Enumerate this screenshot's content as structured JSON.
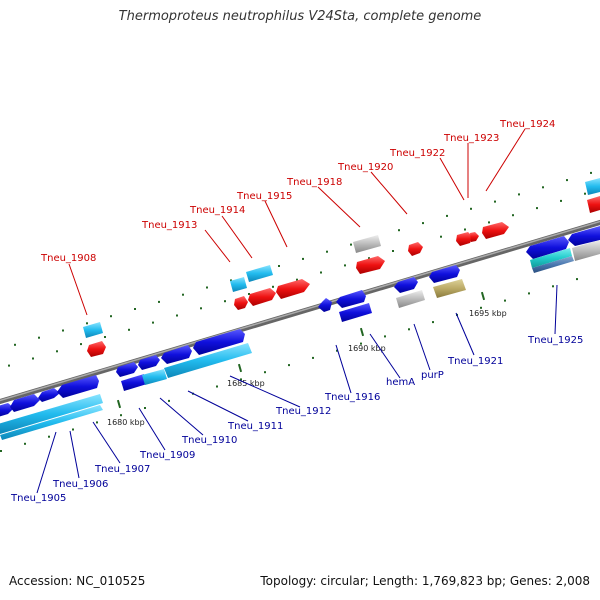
{
  "title": "Thermoproteus neutrophilus V24Sta, complete genome",
  "accession": "Accession: NC_010525",
  "stats": "Topology: circular; Length: 1,769,823 bp; Genes: 2,008",
  "colors": {
    "forward_label": "#cc0000",
    "reverse_label": "#000099",
    "backbone": "#888888",
    "cds_blue": "#1010dd",
    "cds_red": "#ee1111",
    "cds_cyan": "#22bbee",
    "cds_gray": "#bbbbbb",
    "cds_olive": "#bbaa66",
    "cds_teal": "#22cccc",
    "dots": "#226622"
  },
  "ticks": [
    "1680 kbp",
    "1685 kbp",
    "1690 kbp",
    "1695 kbp"
  ],
  "forward_labels": [
    "Tneu_1908",
    "Tneu_1913",
    "Tneu_1914",
    "Tneu_1915",
    "Tneu_1918",
    "Tneu_1920",
    "Tneu_1922",
    "Tneu_1923",
    "Tneu_1924"
  ],
  "reverse_labels": [
    "Tneu_1905",
    "Tneu_1906",
    "Tneu_1907",
    "Tneu_1909",
    "Tneu_1910",
    "Tneu_1911",
    "Tneu_1912",
    "Tneu_1916",
    "hemA",
    "purP",
    "Tneu_1921",
    "Tneu_1925"
  ]
}
